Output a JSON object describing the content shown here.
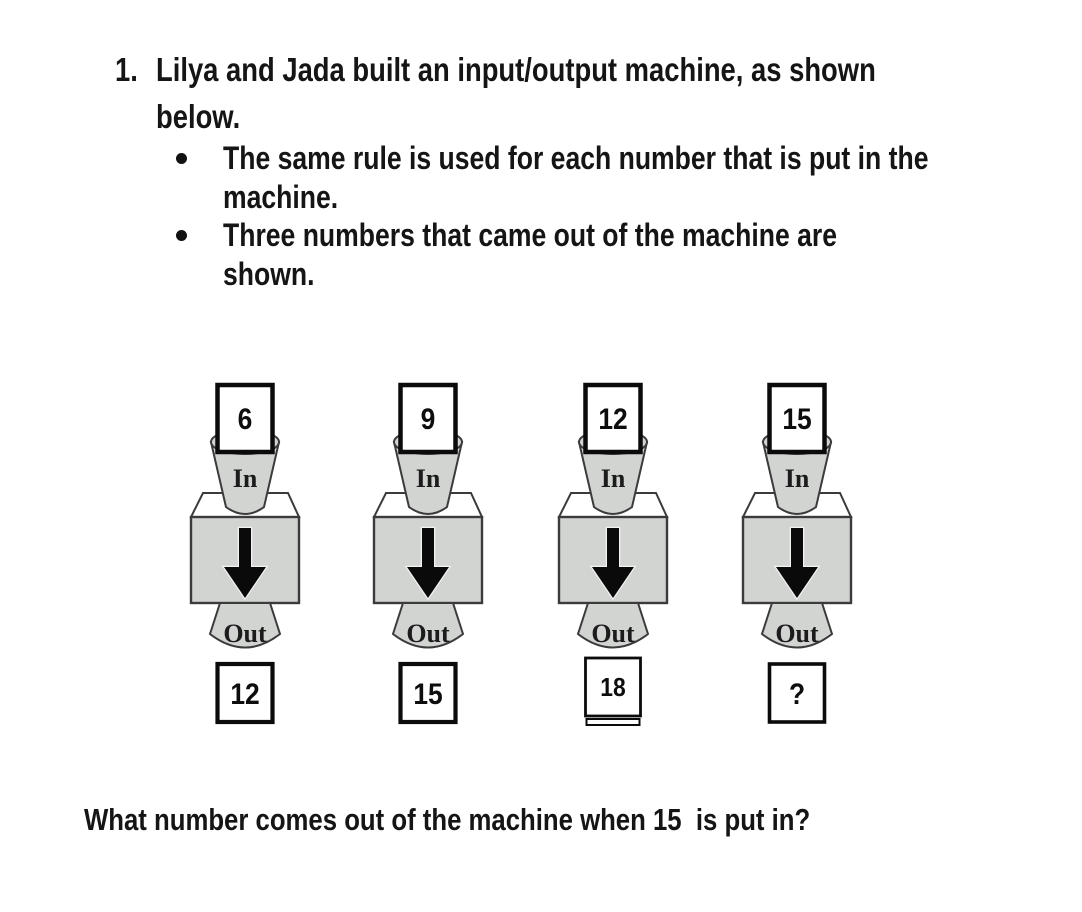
{
  "colors": {
    "background": "#ffffff",
    "text": "#151515",
    "machine_fill": "#d2d4d2",
    "machine_stroke": "#3b3b3b",
    "arrow_fill": "#0a0a0a",
    "card_fill": "#ffffff",
    "card_border": "#0b0b0b"
  },
  "problem": {
    "number": "1.",
    "title_line1": "Lilya and Jada built an input/output machine, as shown",
    "title_line2": "below.",
    "bullets": [
      {
        "line1": "The same rule is used for each number that is put in the",
        "line2": "machine."
      },
      {
        "line1": "Three numbers that came out of the machine are",
        "line2": "shown."
      }
    ],
    "question": "What number comes out of the machine when 15  is put in?"
  },
  "machines": [
    {
      "input": "6",
      "in_label": "In",
      "out_label": "Out",
      "output": "12"
    },
    {
      "input": "9",
      "in_label": "In",
      "out_label": "Out",
      "output": "15"
    },
    {
      "input": "12",
      "in_label": "In",
      "out_label": "Out",
      "output": "18"
    },
    {
      "input": "15",
      "in_label": "In",
      "out_label": "Out",
      "output": "?"
    }
  ]
}
